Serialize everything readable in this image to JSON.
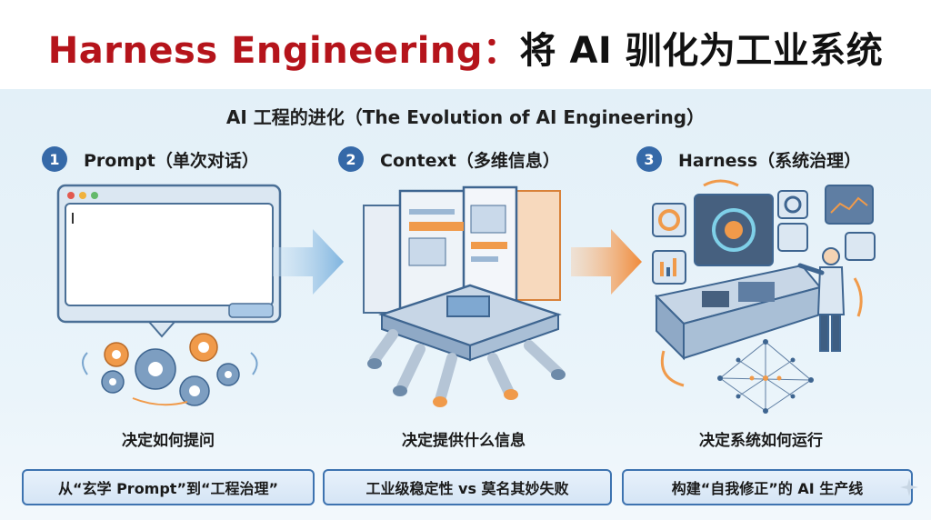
{
  "header": {
    "title_en": "Harness Engineering：",
    "title_cn": "将 AI 驯化为工业系统"
  },
  "subtitle": "AI 工程的进化（The Evolution of AI Engineering）",
  "stages": [
    {
      "number": "1",
      "label": "Prompt（单次对话）",
      "caption": "决定如何提问",
      "icon": "chat-window-gears-icon"
    },
    {
      "number": "2",
      "label": "Context（多维信息）",
      "caption": "决定提供什么信息",
      "icon": "context-documents-pipes-icon"
    },
    {
      "number": "3",
      "label": "Harness（系统治理）",
      "caption": "决定系统如何运行",
      "icon": "control-console-operator-icon"
    }
  ],
  "bottom": [
    "从“玄学 Prompt”到“工程治理”",
    "工业级稳定性 vs 莫名其妙失败",
    "构建“自我修正”的 AI 生产线"
  ],
  "colors": {
    "title_red": "#b5141b",
    "accent_blue": "#3569a8",
    "accent_orange": "#f09a4a",
    "panel_bg": "#e3f0f8"
  }
}
